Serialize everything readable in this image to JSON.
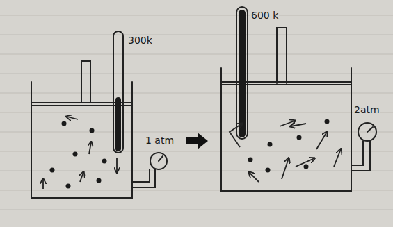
{
  "diagram": {
    "labels": [
      "300k",
      "1 atm",
      "600 k",
      "2atm"
    ]
  }
}
